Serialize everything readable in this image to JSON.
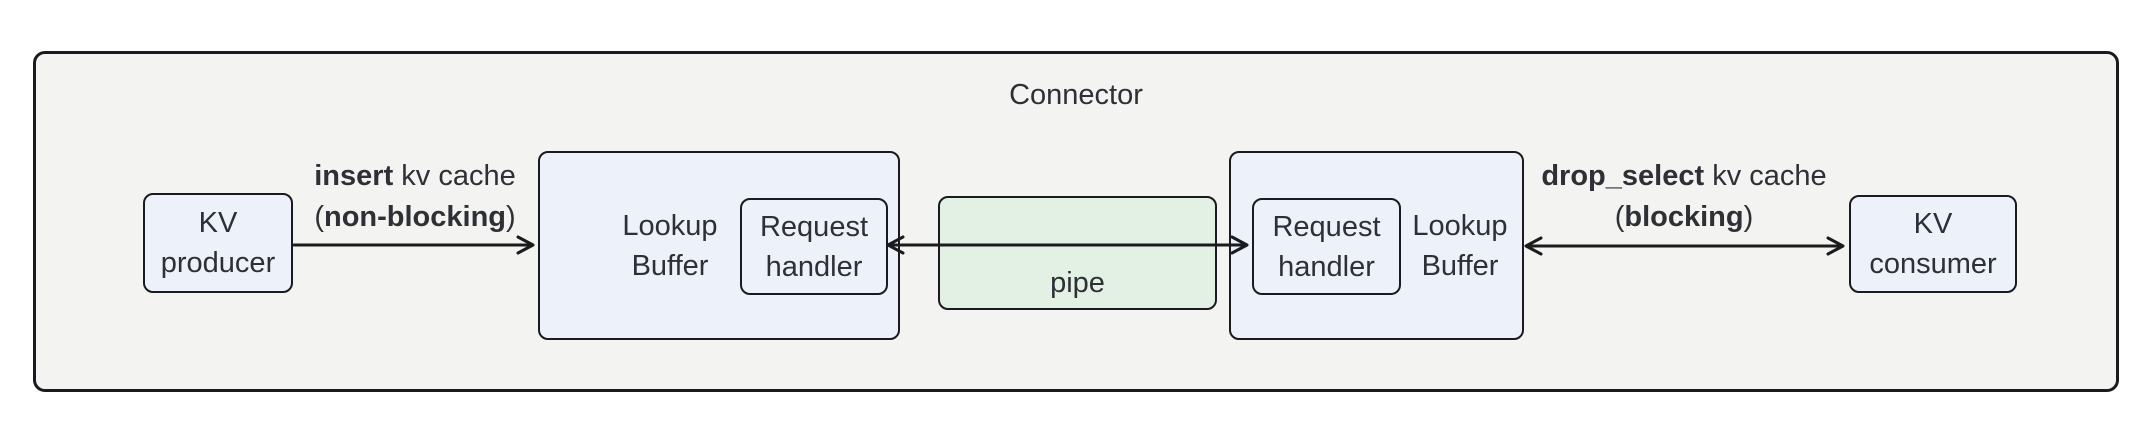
{
  "connector": {
    "title": "Connector"
  },
  "nodes": {
    "kv_producer": {
      "line1": "KV",
      "line2": "producer"
    },
    "lookup_left": {
      "line1": "Lookup",
      "line2": "Buffer"
    },
    "req_left": {
      "line1": "Request",
      "line2": "handler"
    },
    "pipe": {
      "label": "pipe"
    },
    "req_right": {
      "line1": "Request",
      "line2": "handler"
    },
    "lookup_right": {
      "line1": "Lookup",
      "line2": "Buffer"
    },
    "kv_consumer": {
      "line1": "KV",
      "line2": "consumer"
    }
  },
  "edges": {
    "insert": {
      "bold1": "insert",
      "rest1": " kv cache",
      "open": "(",
      "bold2": "non-blocking",
      "close": ")"
    },
    "drop_select": {
      "bold1": "drop_select",
      "rest1": " kv cache",
      "open": "(",
      "bold2": "blocking",
      "close": ")"
    }
  },
  "colors": {
    "container_fill": "#f3f3f2",
    "node_fill": "#edf1fa",
    "pipe_fill": "#e3f1e5",
    "border": "#1b1b1f",
    "text": "#2e3035"
  }
}
